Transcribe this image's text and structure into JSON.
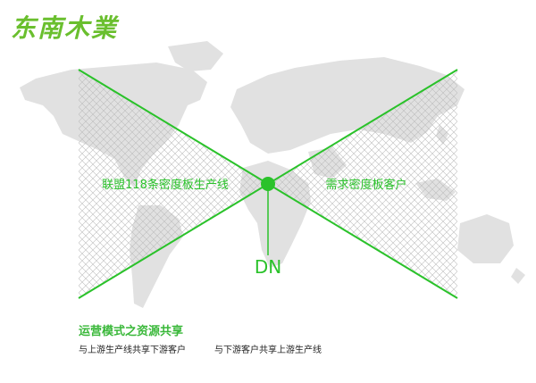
{
  "brand": {
    "logo_text": "东南木業"
  },
  "diagram": {
    "left_label": "联盟118条密度板生产线",
    "right_label": "需求密度板客户",
    "center_code": "DN"
  },
  "operation_mode": {
    "title": "运营模式之资源共享",
    "items": [
      "与上游生产线共享下游客户",
      "与下游客户共享上游生产线"
    ]
  },
  "colors": {
    "accent": "#2ac22a",
    "logo": "#6abf2e",
    "map": "#e1e1e1",
    "hatch": "#bdbdbd",
    "title": "#3ab83a"
  }
}
